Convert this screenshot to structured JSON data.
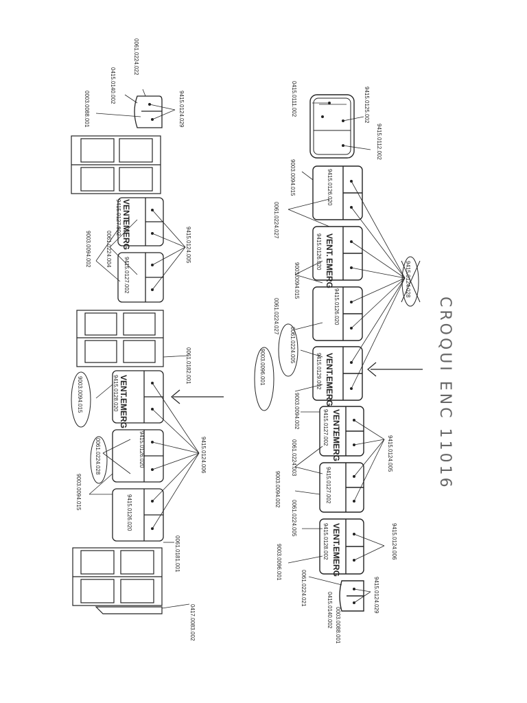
{
  "title": "CROQUI ENC 11016",
  "panel_text": {
    "vent": "VENT.",
    "emerg": "EMERG"
  },
  "part_numbers": {
    "r1": "0415.0111.002",
    "r2": "9415.0125.002",
    "r3": "9415.0112.002",
    "r4": "9003.0094.015",
    "r5": "9415.0126.020",
    "r6": "0061.0224.027",
    "r7": "9415.0126.020",
    "r8": "9003.0094.015",
    "r9": "9415.0126.020",
    "r10": "9415.0124.028",
    "r11": "0061.0224.027",
    "r12": "0061.0224.005",
    "r13": "9003.0096.001",
    "r14": "9415.0129.002",
    "r15": "9003.0094.002",
    "r16": "9415.0127.002",
    "r17": "0061.0224.003",
    "r18": "9415.0124.005",
    "r19": "9003.0094.002",
    "r20": "9415.0127.002",
    "r21": "0061.0224.005",
    "r22": "9415.0124.006",
    "r23": "9003.0096.001",
    "r24": "9415.0128.002",
    "r25": "0061.0224.021",
    "r26": "9415.0124.029",
    "r27": "0415.0140.002",
    "r28": "0003.0088.001",
    "l1": "0061.0224.022",
    "l2": "0415.0140.002",
    "l3": "0003.0088.001",
    "l4": "9415.0124.029",
    "l5": "9415.0127.002",
    "l6": "0061.0224.004",
    "l7": "9003.0094.002",
    "l8": "9415.0127.002",
    "l9": "9415.0124.005",
    "l10": "0061.0182.001",
    "l11": "9003.0094.015",
    "l12": "9415.0128.020",
    "l13": "9415.0126.020",
    "l14": "0061.0224.028",
    "l15": "9415.0124.006",
    "l16": "9003.0094.015",
    "l17": "9415.0126.020",
    "l18": "0061.0181.001",
    "l19": "0417.0083.002"
  }
}
